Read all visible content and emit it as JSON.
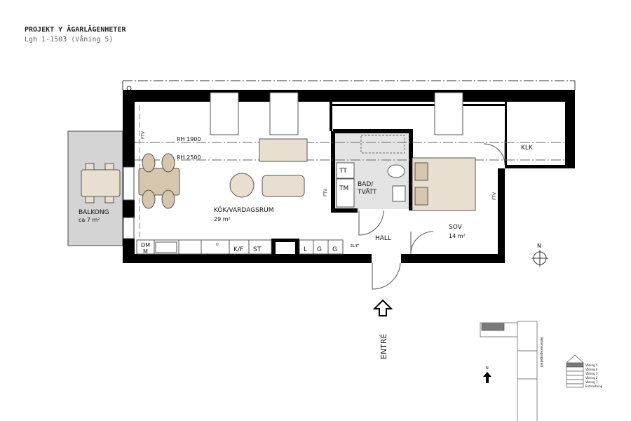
{
  "header": {
    "title": "PROJEKT Y ÄGARLÄGENHETER",
    "subtitle": "Lgh 1-1503 (Våning 5)"
  },
  "colors": {
    "wall": "#000000",
    "furniture": "#e8dfd0",
    "furniture_dark": "#d6c6ad",
    "balcony": "#d4d4d4",
    "bath_tile": "#e4e4e4",
    "highlight_floor": "#7a7a7a"
  },
  "rooms": {
    "living": {
      "name": "KÖK/VARDAGSRUM",
      "area": "29 m²"
    },
    "balcony": {
      "name": "BALKONG",
      "area": "ca 7 m²"
    },
    "bath": {
      "name_1": "BAD/",
      "name_2": "TVÄTT"
    },
    "hall": {
      "name": "HALL"
    },
    "bedroom": {
      "name": "SOV",
      "area": "14 m²"
    },
    "closet": {
      "name": "KLK"
    }
  },
  "annotations": {
    "rh1": "RH 1900",
    "rh2": "RH 2500",
    "ftv": "FTV",
    "entrance": "ENTRÉ",
    "north": "N"
  },
  "kitchen": [
    "DM",
    "M",
    "U",
    "K/F",
    "ST",
    "L",
    "G",
    "G",
    "EL/IT"
  ],
  "bath_fixtures": [
    "TT",
    "TM"
  ],
  "site_map": {
    "street": "Vetenskapsgatan",
    "north": "N"
  },
  "floors": {
    "current": "Våning 5",
    "list": [
      "Våning 5",
      "Våning 4",
      "Våning 3",
      "Våning 2",
      "Våning 1",
      "Entrevåning"
    ]
  }
}
